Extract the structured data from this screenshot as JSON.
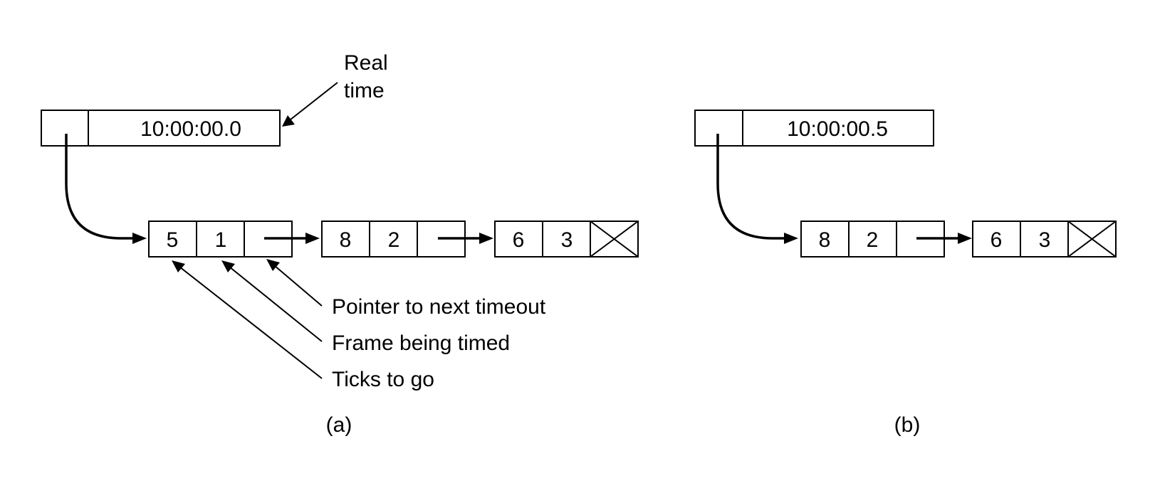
{
  "panel_a": {
    "clock": "10:00:00.0",
    "real_time_label": [
      "Real",
      "time"
    ],
    "list": [
      {
        "ticks": "5",
        "frame": "1"
      },
      {
        "ticks": "8",
        "frame": "2"
      },
      {
        "ticks": "6",
        "frame": "3"
      }
    ],
    "annotations": {
      "pointer": "Pointer to next timeout",
      "frame": "Frame being timed",
      "ticks": "Ticks to go"
    },
    "caption": "(a)"
  },
  "panel_b": {
    "clock": "10:00:00.5",
    "list": [
      {
        "ticks": "8",
        "frame": "2"
      },
      {
        "ticks": "6",
        "frame": "3"
      }
    ],
    "caption": "(b)"
  }
}
